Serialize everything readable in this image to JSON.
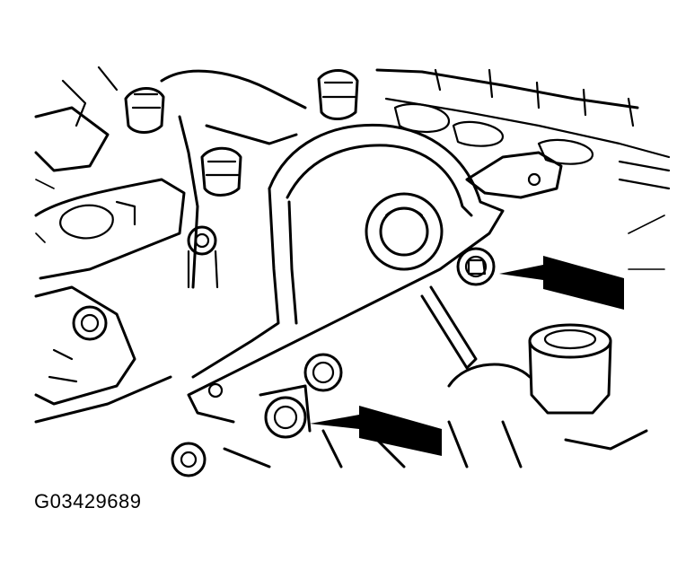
{
  "figure": {
    "id_label": "G03429689"
  },
  "callouts": [
    {
      "name": "upper-right-bolt",
      "target": "bolt"
    },
    {
      "name": "lower-center-bolt",
      "target": "bolt"
    }
  ],
  "colors": {
    "line": "#000000",
    "background": "#ffffff"
  }
}
